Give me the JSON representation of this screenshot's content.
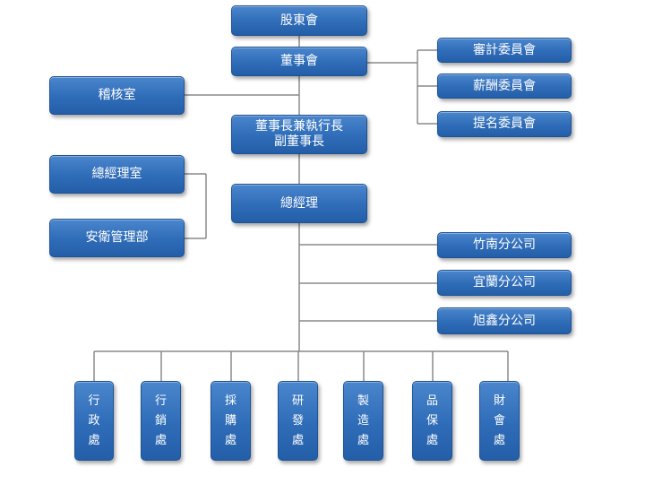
{
  "org": {
    "shareholders": "股東會",
    "board": "董事會",
    "audit_office": "稽核室",
    "committees": [
      "審計委員會",
      "薪酬委員會",
      "提名委員會"
    ],
    "chair_ceo": "董事長兼執行長\n副董事長",
    "gm_office": "總經理室",
    "security": "安衛管理部",
    "gm": "總經理",
    "branches": [
      "竹南分公司",
      "宜蘭分公司",
      "旭鑫分公司"
    ],
    "departments": [
      "行\n政\n處",
      "行\n銷\n處",
      "採\n購\n處",
      "研\n發\n處",
      "製\n造\n處",
      "品\n保\n處",
      "財\n會\n處"
    ]
  }
}
